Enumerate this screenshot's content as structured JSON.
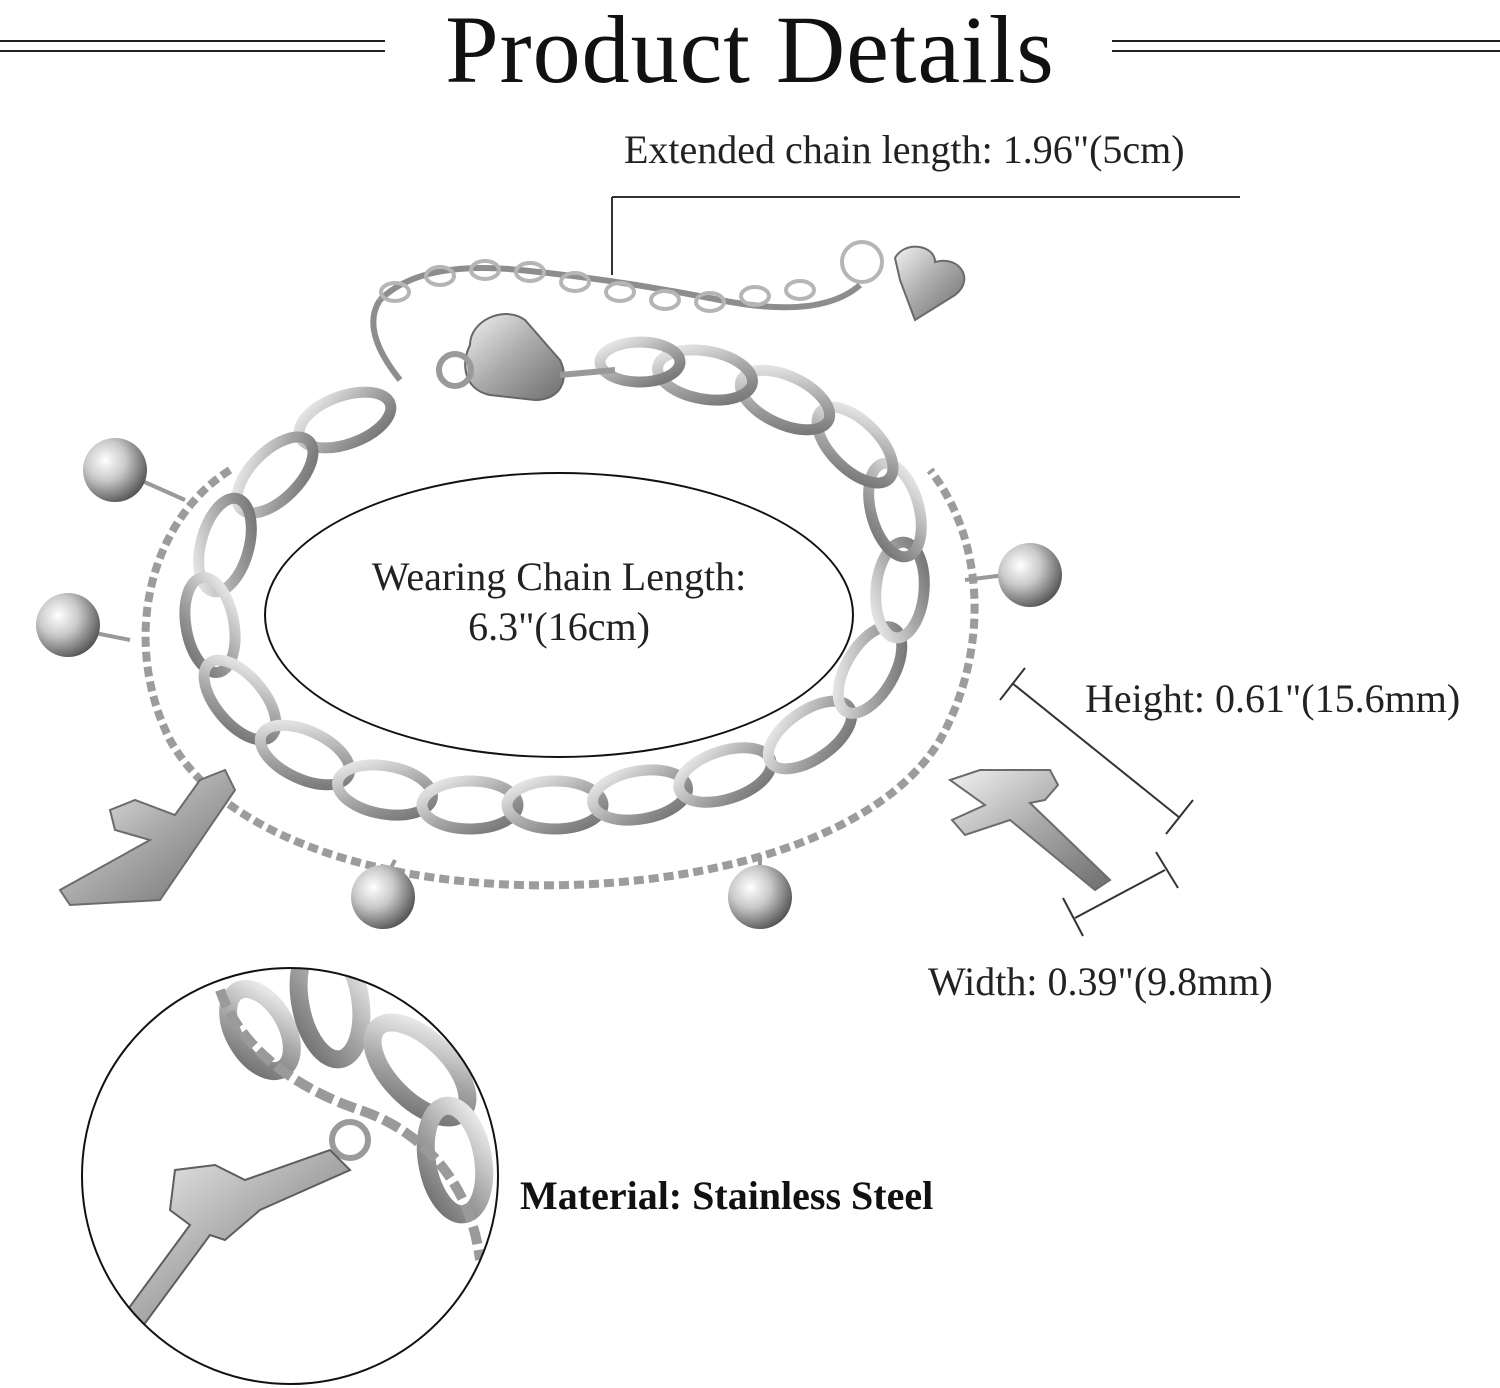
{
  "title": "Product Details",
  "labels": {
    "extended_chain": "Extended chain length: 1.96\"(5cm)",
    "wearing_line1": "Wearing Chain Length:",
    "wearing_line2": "6.3\"(16cm)",
    "height": "Height: 0.61\"(15.6mm)",
    "width": "Width: 0.39\"(9.8mm)",
    "material": "Material: Stainless Steel"
  }
}
